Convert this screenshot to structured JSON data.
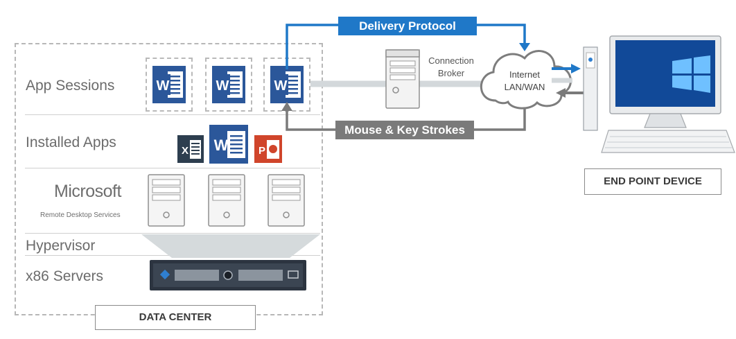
{
  "layers": {
    "app_sessions": "App Sessions",
    "installed_apps": "Installed Apps",
    "hypervisor": "Hypervisor",
    "x86_servers": "x86 Servers"
  },
  "microsoft": {
    "brand": "Microsoft",
    "subtitle": "Remote Desktop Services"
  },
  "flows": {
    "delivery_protocol": "Delivery Protocol",
    "mouse_key": "Mouse & Key Strokes"
  },
  "connection_broker": {
    "line1": "Connection",
    "line2": "Broker"
  },
  "cloud": {
    "line1": "Internet",
    "line2": "LAN/WAN"
  },
  "labels": {
    "data_center": "DATA CENTER",
    "end_point": "END POINT DEVICE"
  },
  "icons": {
    "word_letter": "W",
    "excel_letter": "X",
    "powerpoint_letter": "P"
  },
  "colors": {
    "word_blue": "#2b579a",
    "excel_dark": "#2d3e4f",
    "powerpoint_red": "#d0452b",
    "delivery_blue": "#1f78c8",
    "mouse_gray": "#7a7a7a"
  }
}
